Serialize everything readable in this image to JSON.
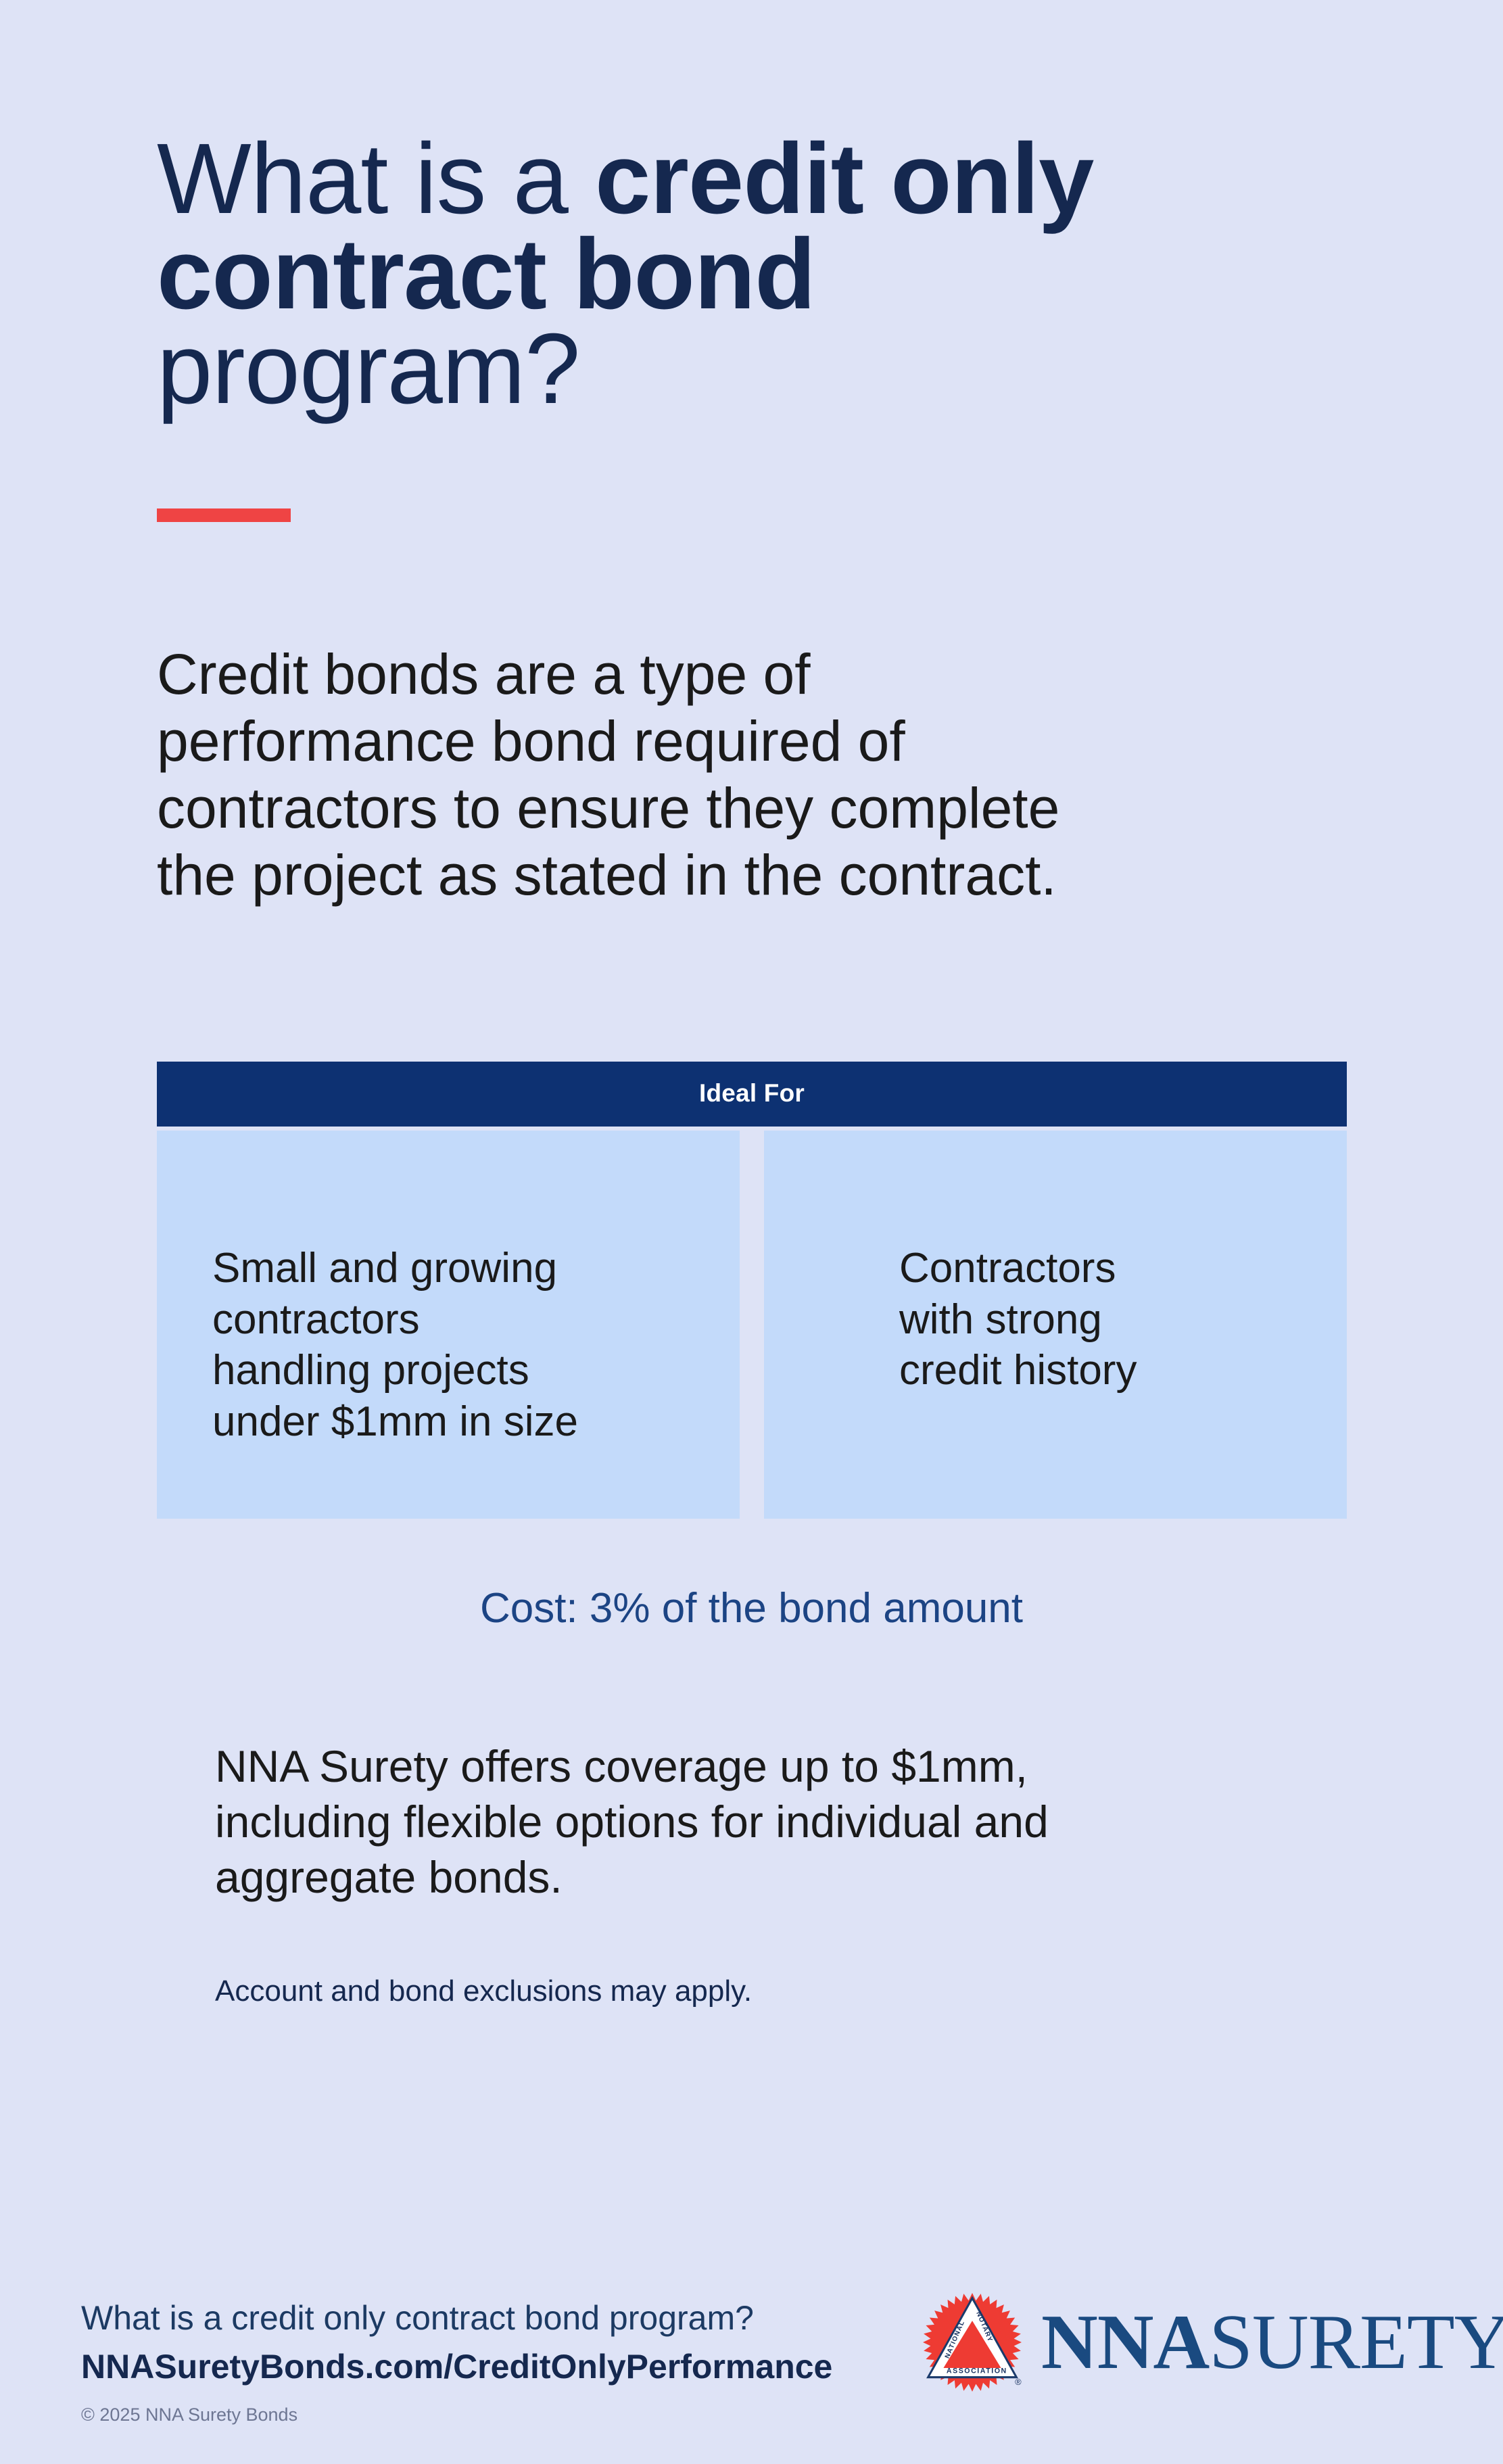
{
  "colors": {
    "page_background": "#dee3f6",
    "heading_navy": "#15284f",
    "accent_red": "#ef4444",
    "table_header_navy": "#0d3172",
    "table_cell_blue": "#c3dafa",
    "cost_blue": "#1c4484",
    "body_text": "#1a1a1a",
    "logo_blue": "#1a4a80",
    "logo_red": "#ee3b33"
  },
  "heading": {
    "line1_light": "What is a ",
    "line1_bold": "credit only",
    "line2_bold": "contract bond",
    "line3_light": "program?"
  },
  "intro": {
    "line1": "Credit bonds are a type of",
    "line2": "performance bond required of",
    "line3": "contractors to ensure they complete",
    "line4": "the project as stated in the contract."
  },
  "ideal_for": {
    "header": "Ideal For",
    "columns": [
      {
        "lines": [
          "Small and growing",
          "contractors",
          "handling projects",
          "under $1mm in size"
        ]
      },
      {
        "lines": [
          "Contractors",
          "with strong",
          "credit history"
        ]
      }
    ]
  },
  "cost": {
    "text": "Cost: 3% of the bond amount",
    "percent": "3%"
  },
  "offer": {
    "line1": "NNA Surety offers coverage up to $1mm,",
    "line2": "including flexible options for individual and",
    "line3": "aggregate bonds."
  },
  "disclaimer": {
    "text": "Account and bond exclusions may apply."
  },
  "footer": {
    "question": "What is a credit only contract bond program?",
    "url": "NNASuretyBonds.com/CreditOnlyPerformance",
    "copyright": "© 2025 NNA Surety Bonds",
    "logo": {
      "seal_top_text": "NATIONAL",
      "seal_right_text": "NOTARY",
      "seal_bottom_text": "ASSOCIATION",
      "registered_mark": "®",
      "wordmark_bold": "NNA",
      "wordmark_light": "SURETY"
    }
  }
}
